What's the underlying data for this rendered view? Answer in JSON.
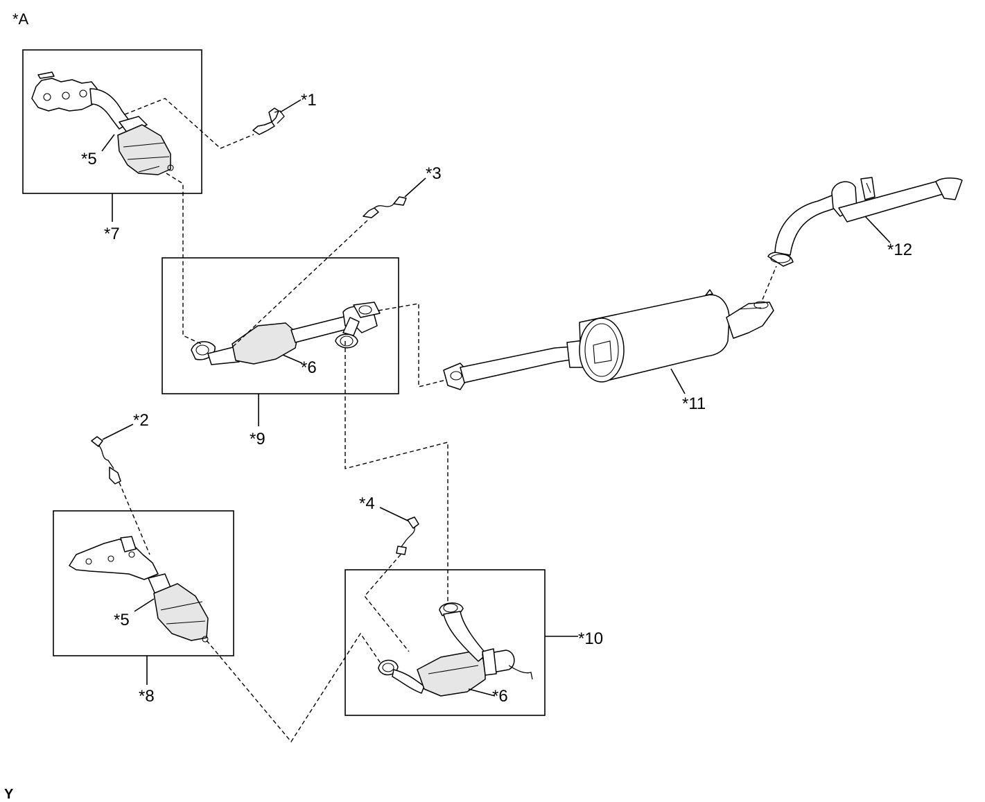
{
  "view_marker": "*A",
  "footer_marker": "Y",
  "callouts": {
    "c1": "*1",
    "c2": "*2",
    "c3": "*3",
    "c4": "*4",
    "c5a": "*5",
    "c5b": "*5",
    "c6a": "*6",
    "c6b": "*6",
    "c7": "*7",
    "c8": "*8",
    "c9": "*9",
    "c10": "*10",
    "c11": "*11",
    "c12": "*12"
  }
}
